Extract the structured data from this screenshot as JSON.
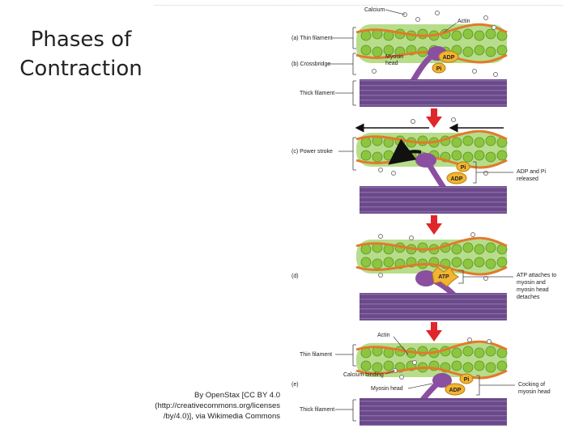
{
  "slide": {
    "title_line1": "Phases of",
    "title_line2": "Contraction"
  },
  "credit": {
    "line1": "By OpenStax [CC BY 4.0",
    "line2": "(http://creativecommons.org/licenses",
    "line3": "/by/4.0)], via Wikimedia Commons"
  },
  "labels": {
    "calcium": "Calcium",
    "actin": "Actin",
    "thin_filament_a": "(a) Thin filament",
    "crossbridge_b": "(b) Crossbridge",
    "myosin_head_1": "Myosin",
    "myosin_head_2": "head",
    "thick_filament": "Thick filament",
    "power_stroke_c": "(c) Power stroke",
    "adp_pi_released_1": "ADP and Pi",
    "adp_pi_released_2": "released",
    "stage_d": "(d)",
    "atp_attaches_1": "ATP attaches to",
    "atp_attaches_2": "myosin and",
    "atp_attaches_3": "myosin head",
    "atp_attaches_4": "detaches",
    "actin_e": "Actin",
    "thin_filament_e": "Thin filament",
    "calcium_binding": "Calcium binding",
    "stage_e": "(e)",
    "myosin_head_e": "Myosin head",
    "thick_filament_e": "Thick filament",
    "cocking_1": "Cocking of",
    "cocking_2": "myosin head"
  },
  "molecules": {
    "adp": "ADP",
    "pi": "Pi",
    "atp": "ATP"
  },
  "colors": {
    "actin_bead": "#8cc63f",
    "tropomyosin": "#e07b2a",
    "thick_filament": "#6b4a8a",
    "myosin_head": "#8a4fa0",
    "adp_badge": "#f2b431",
    "arrow_red": "#e0262b"
  }
}
